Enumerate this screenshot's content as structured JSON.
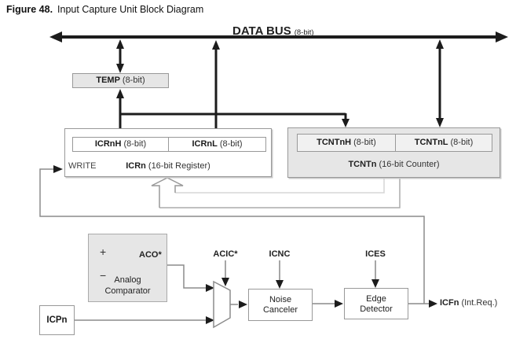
{
  "figure_caption": {
    "label": "Figure 48.",
    "title": "Input Capture Unit Block Diagram"
  },
  "data_bus": {
    "name": "DATA BUS",
    "note": "(8-bit)"
  },
  "temp_register": {
    "name": "TEMP",
    "note": "(8-bit)"
  },
  "icr_register": {
    "high": {
      "name": "ICRnH",
      "note": "(8-bit)"
    },
    "low": {
      "name": "ICRnL",
      "note": "(8-bit)"
    },
    "write_label": "WRITE",
    "name": "ICRn",
    "note": "(16-bit Register)"
  },
  "tcnt_counter": {
    "high": {
      "name": "TCNTnH",
      "note": "(8-bit)"
    },
    "low": {
      "name": "TCNTnL",
      "note": "(8-bit)"
    },
    "name": "TCNTn",
    "note": "(16-bit Counter)"
  },
  "analog_comparator": {
    "plus": "+",
    "minus": "−",
    "output_label": "ACO*",
    "caption_line1": "Analog",
    "caption_line2": "Comparator"
  },
  "control_signals": {
    "acic": "ACIC*",
    "icnc": "ICNC",
    "ices": "ICES"
  },
  "icp_input": {
    "name": "ICPn"
  },
  "noise_canceler": {
    "line1": "Noise",
    "line2": "Canceler"
  },
  "edge_detector": {
    "line1": "Edge",
    "line2": "Detector"
  },
  "icf_output": {
    "name": "ICFn",
    "note": "(Int.Req.)"
  },
  "colors": {
    "bus_line": "#1c1c1c",
    "signal_line": "#8c8c8c",
    "pipe_inner": "#d6d6d6",
    "pipe_outer": "#ababab",
    "box_fill_gray": "#e6e6e6",
    "box_border": "#999999"
  }
}
